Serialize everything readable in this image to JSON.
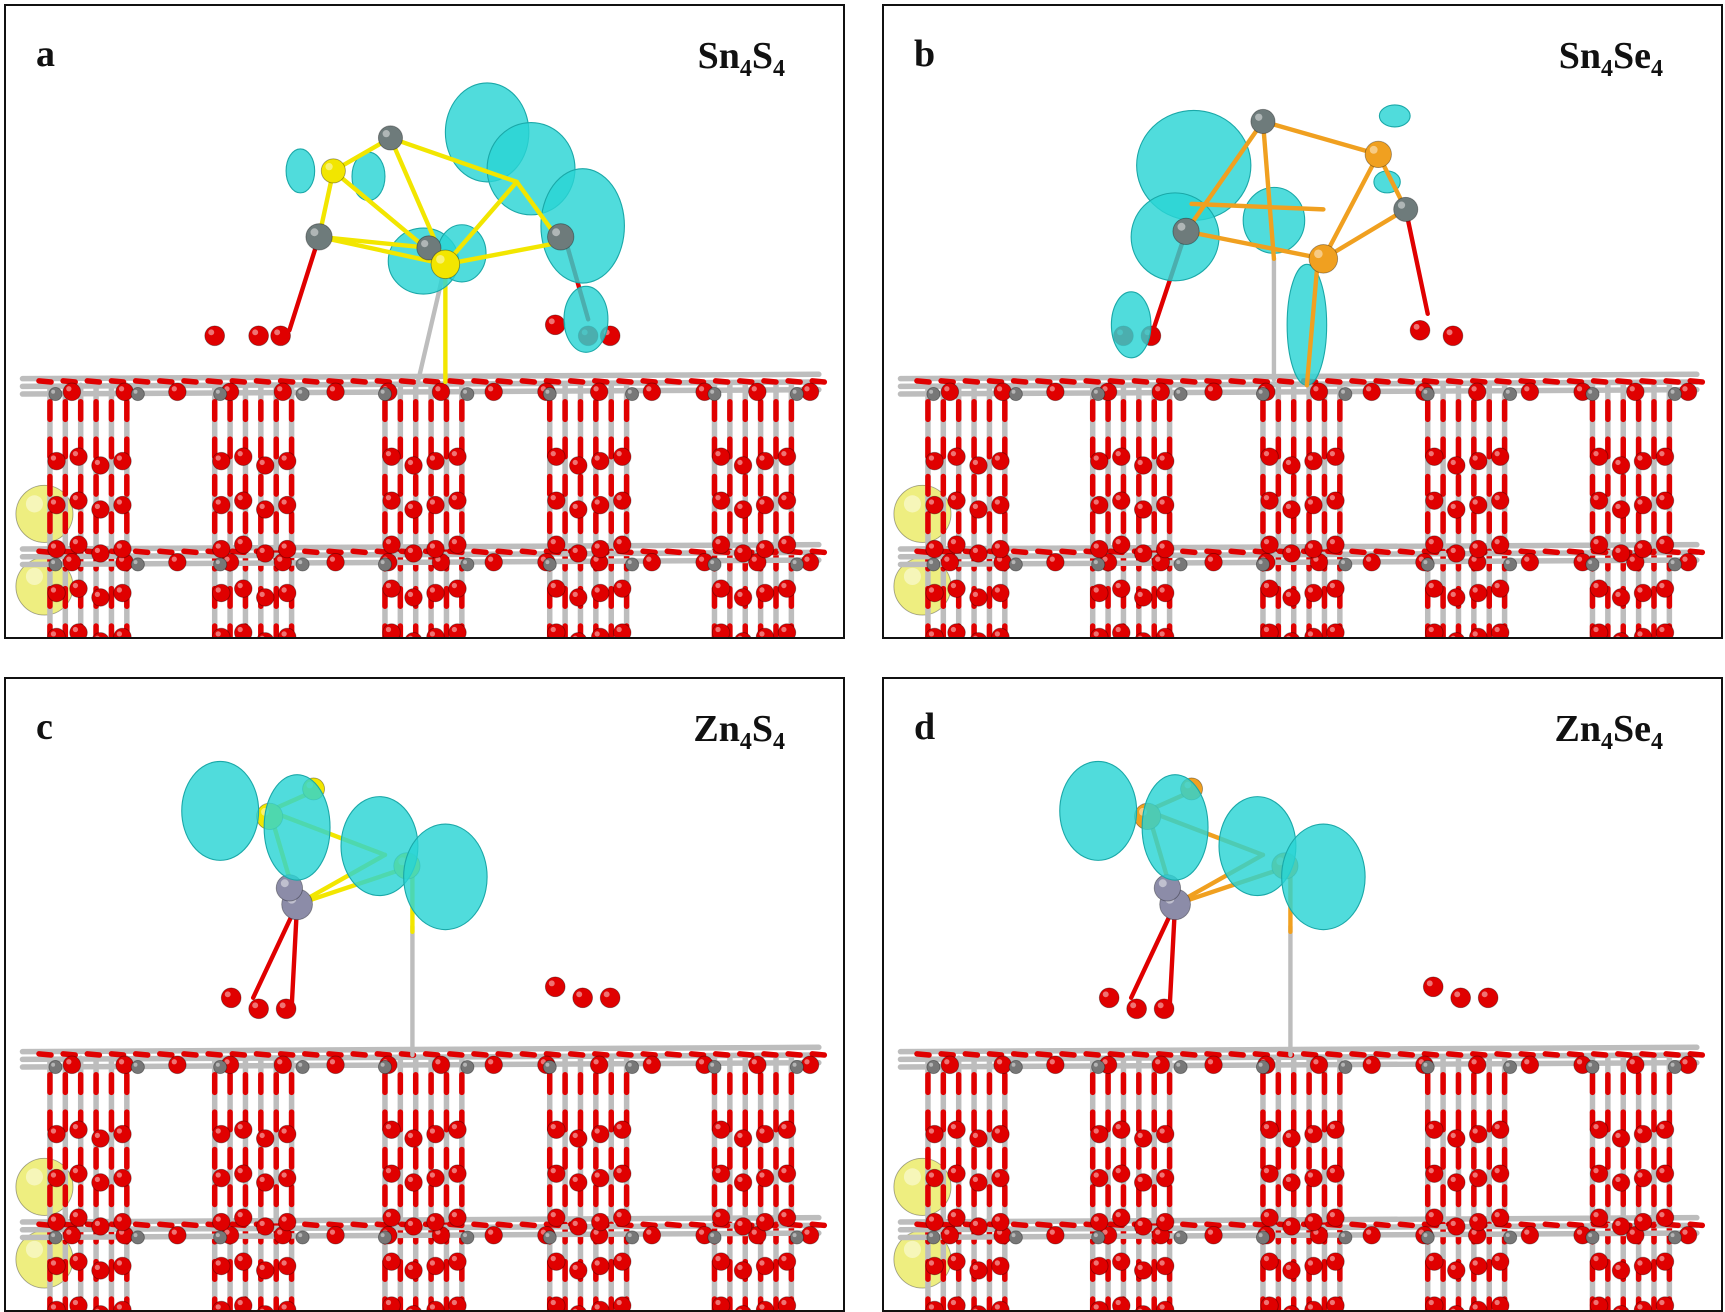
{
  "panels": [
    {
      "letter": "a",
      "formula": {
        "el1": "Sn",
        "n1": "4",
        "el2": "S",
        "n2": "4"
      }
    },
    {
      "letter": "b",
      "formula": {
        "el1": "Sn",
        "n1": "4",
        "el2": "Se",
        "n2": "4"
      }
    },
    {
      "letter": "c",
      "formula": {
        "el1": "Zn",
        "n1": "4",
        "el2": "S",
        "n2": "4"
      }
    },
    {
      "letter": "d",
      "formula": {
        "el1": "Zn",
        "n1": "4",
        "el2": "Se",
        "n2": "4"
      }
    }
  ],
  "colors": {
    "oxygen": "#e00000",
    "substrate_metal": "#bdbdbd",
    "tin": "#6e7b7b",
    "zinc": "#8c8ca8",
    "sulfur": "#f2e600",
    "selenium": "#f0a020",
    "isosurface": "#2ad4d4",
    "background_sphere": "#eeee80"
  }
}
